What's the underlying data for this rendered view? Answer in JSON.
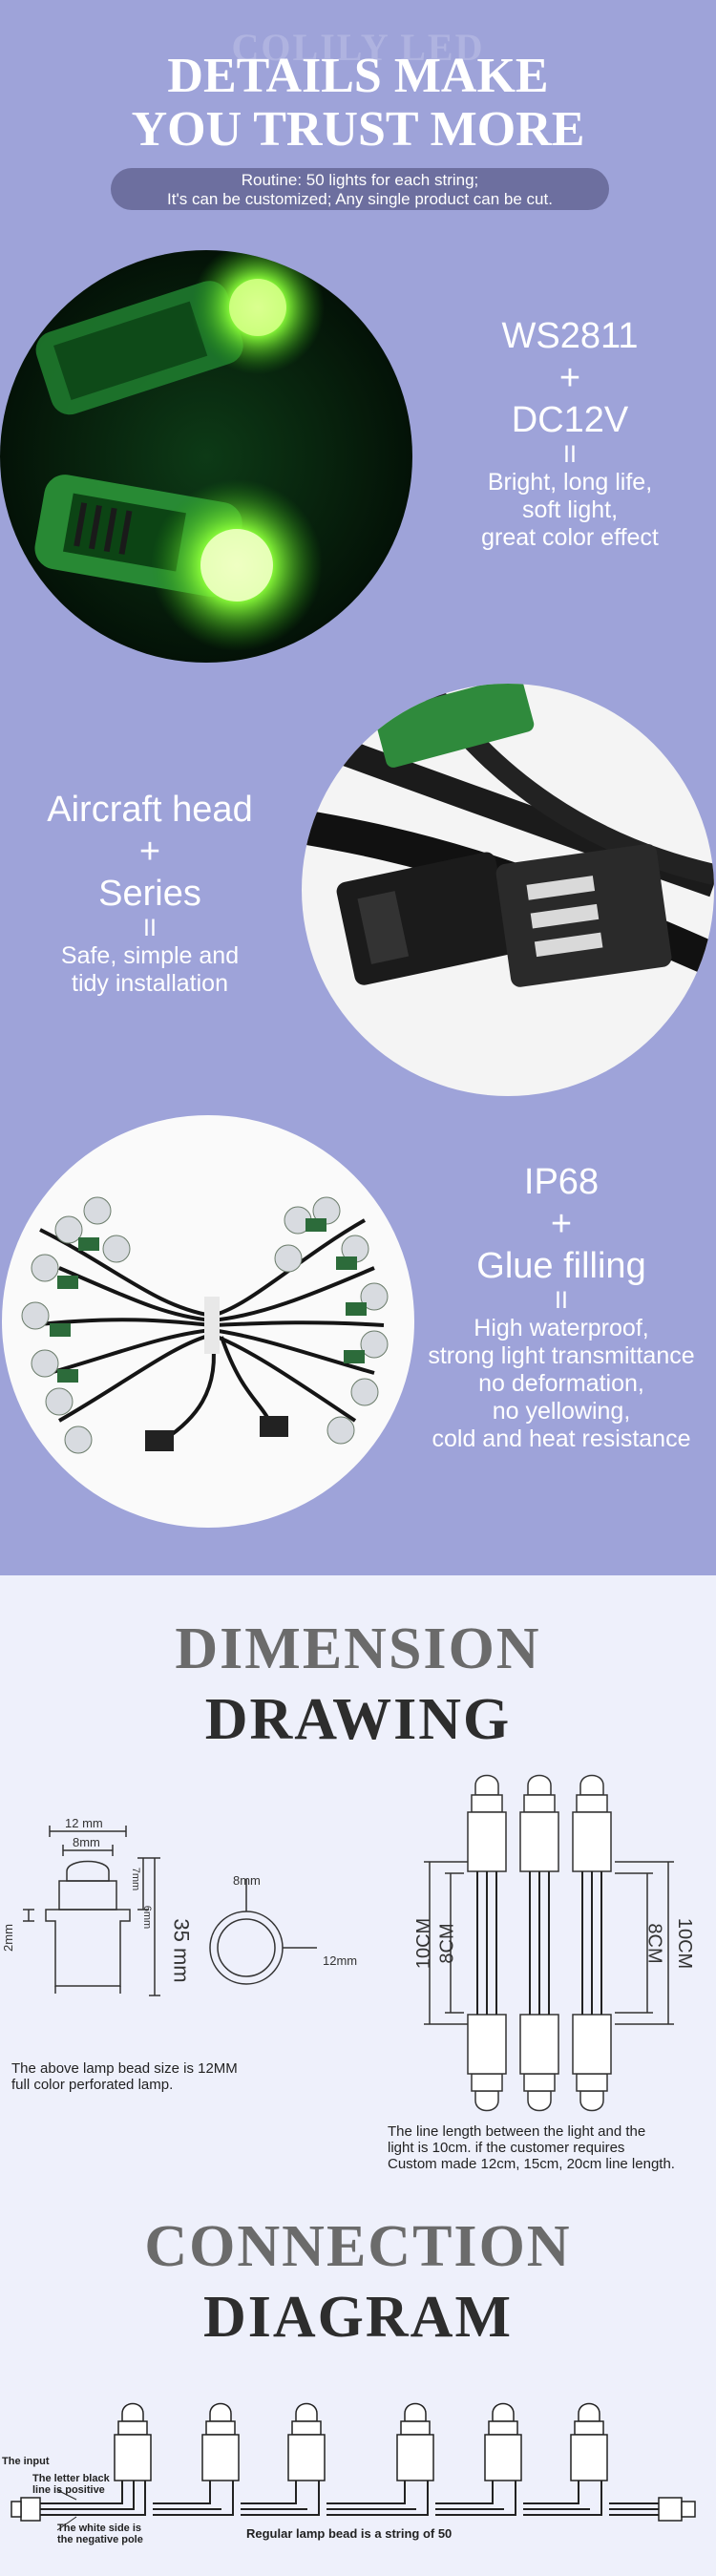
{
  "header": {
    "watermark": "COLILY LED",
    "title_line1": "DETAILS MAKE",
    "title_line2": "YOU TRUST MORE",
    "note_line1": "Routine: 50 lights for each string;",
    "note_line2": "It's can be customized; Any single product can be cut."
  },
  "feature1": {
    "line1": "WS2811",
    "plus": "+",
    "line2": "DC12V",
    "equals": "II",
    "desc1": "Bright, long life,",
    "desc2": "soft light,",
    "desc3": "great color effect"
  },
  "feature2": {
    "line1": "Aircraft head",
    "plus": "+",
    "line2": "Series",
    "equals": "II",
    "desc1": "Safe, simple and",
    "desc2": "tidy installation"
  },
  "feature3": {
    "line1": "IP68",
    "plus": "+",
    "line2": "Glue filling",
    "equals": "II",
    "desc1": "High waterproof,",
    "desc2": "strong light transmittance",
    "desc3": "no deformation,",
    "desc4": "no yellowing,",
    "desc5": "cold and heat resistance"
  },
  "dimension": {
    "title_line1": "DIMENSION",
    "title_line2": "DRAWING",
    "label_12mm": "12 mm",
    "label_8mm": "8mm",
    "label_7mm": "7mm",
    "label_6mm": "6mm",
    "label_2mm": "2mm",
    "label_35mm": "35 mm",
    "label_8mm_top": "8mm",
    "label_12mm_side": "12mm",
    "label_10cm": "10CM",
    "label_8cm": "8CM",
    "note_left_1": "The above lamp bead size is 12MM",
    "note_left_2": "full color perforated lamp.",
    "note_right_1": "The line length between the light and the",
    "note_right_2": "light is 10cm. if the customer requires",
    "note_right_3": "Custom made 12cm, 15cm, 20cm line length."
  },
  "connection": {
    "title_line1": "CONNECTION",
    "title_line2": "DIAGRAM",
    "input": "The input",
    "black_1": "The letter black",
    "black_2": "line is positive",
    "white_1": "The white side is",
    "white_2": "the negative pole",
    "caption": "Regular lamp bead is a string of 50"
  },
  "colors": {
    "purple": "#9ea3d9",
    "pill": "#6d6f9f",
    "green_glow": "#7dff3a"
  },
  "icons": [
    "led-bulb-icon",
    "connector-icon"
  ]
}
